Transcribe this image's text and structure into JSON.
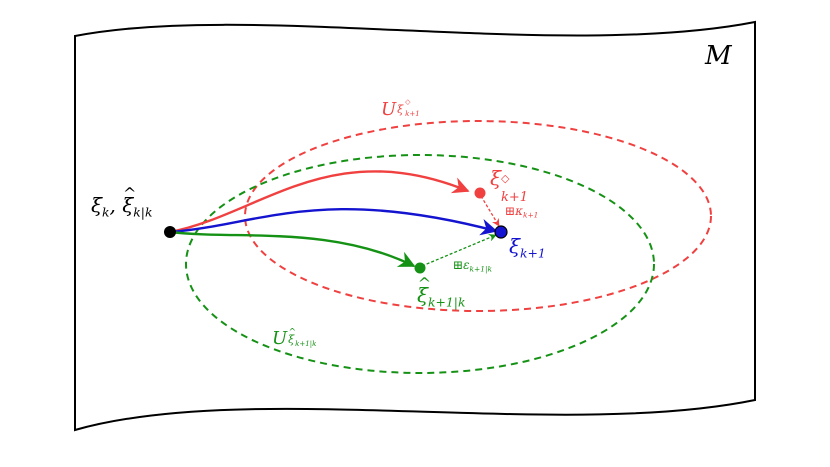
{
  "manifold": {
    "label": "M",
    "border_color": "#000000"
  },
  "colors": {
    "red": "#f04040",
    "green": "#159215",
    "blue": "#1414d0",
    "black": "#000000"
  },
  "labels": {
    "start": {
      "a": "ξ",
      "a_sub": "k",
      "sep": ",",
      "b": "ξ",
      "b_sub": "k|k"
    },
    "red_point": {
      "base": "ξ",
      "sup": "◇",
      "sub": "k+1"
    },
    "blue_point": {
      "base": "ξ",
      "sub": "k+1"
    },
    "green_point": {
      "base": "ξ",
      "sub": "k+1|k"
    },
    "red_region": {
      "base": "U",
      "sub": "ξ",
      "sub_sup": "◇",
      "sub_sub": "k+1"
    },
    "green_region": {
      "base": "U",
      "sub": "ξ",
      "sub_sub": "k+1|k"
    },
    "red_step": {
      "op": "⊞",
      "base": "κ",
      "sub": "k+1"
    },
    "green_step": {
      "op": "⊞",
      "base": "ε",
      "sub": "k+1|k"
    }
  }
}
